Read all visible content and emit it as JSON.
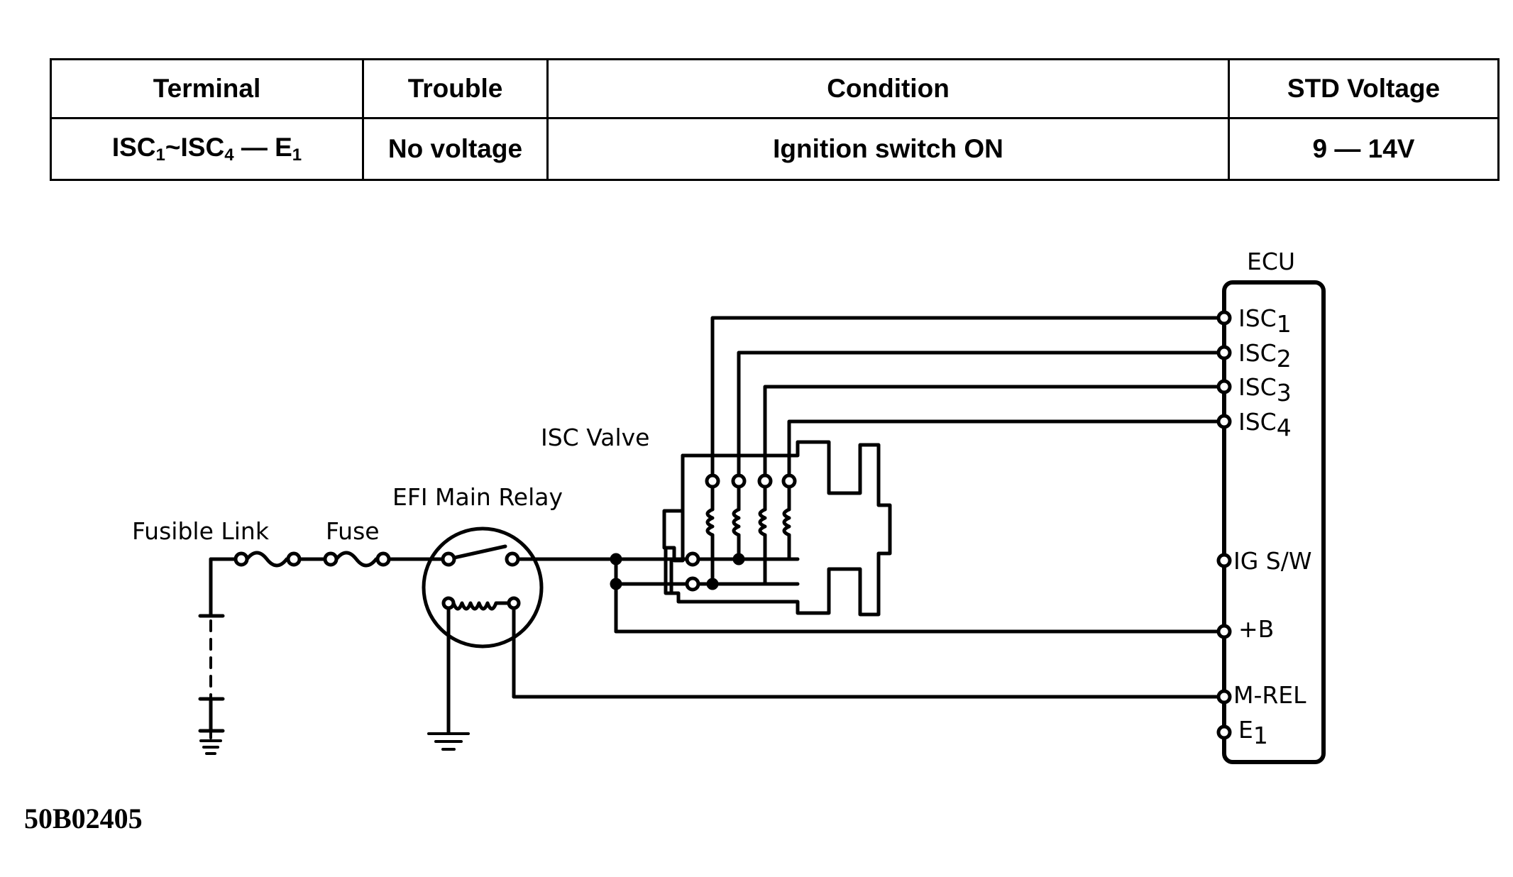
{
  "table": {
    "headers": [
      "Terminal",
      "Trouble",
      "Condition",
      "STD Voltage"
    ],
    "row": {
      "terminal": {
        "a": "ISC",
        "a_sub": "1",
        "sep": "~",
        "b": "ISC",
        "b_sub": "4",
        "dash": " — ",
        "c": "E",
        "c_sub": "1"
      },
      "trouble": "No voltage",
      "condition": "Ignition switch ON",
      "std_voltage": "9 — 14V"
    }
  },
  "diagram": {
    "labels": {
      "fusible_link": "Fusible Link",
      "fuse": "Fuse",
      "efi_main_relay": "EFI Main Relay",
      "isc_valve": "ISC Valve",
      "ecu": "ECU"
    },
    "ecu_terminals": [
      {
        "main": "ISC",
        "sub": "1"
      },
      {
        "main": "ISC",
        "sub": "2"
      },
      {
        "main": "ISC",
        "sub": "3"
      },
      {
        "main": "ISC",
        "sub": "4"
      },
      {
        "main": "IG S/W",
        "sub": ""
      },
      {
        "main": "+B",
        "sub": ""
      },
      {
        "main": "M-REL",
        "sub": ""
      },
      {
        "main": "E",
        "sub": "1"
      }
    ]
  },
  "figure_code": "50B02405"
}
